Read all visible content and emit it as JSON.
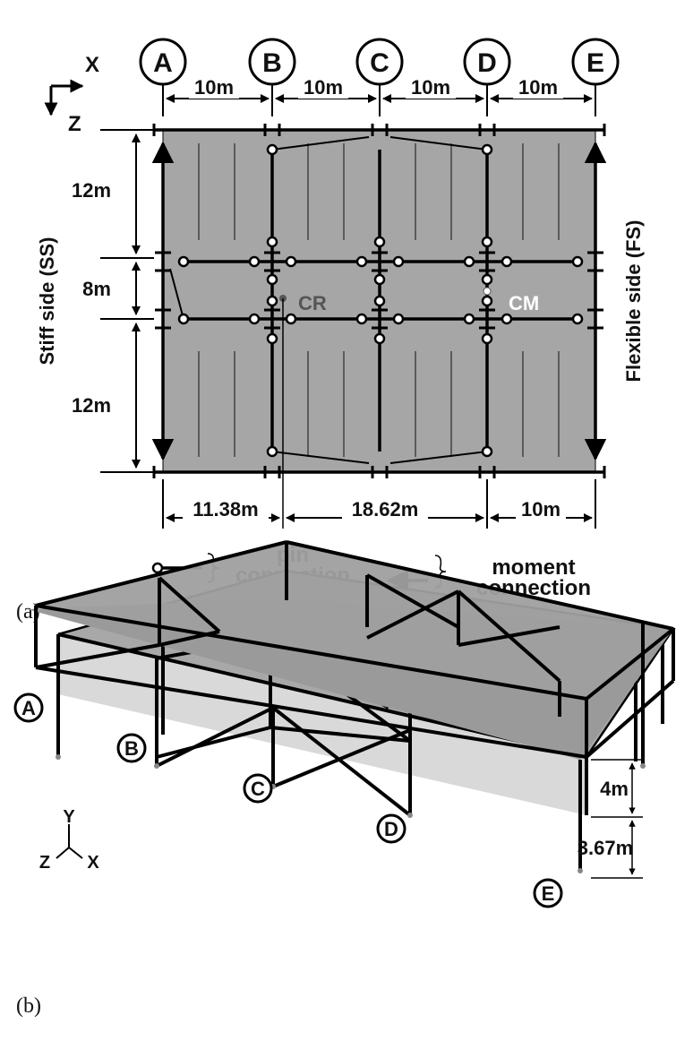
{
  "panel_a": {
    "label": "(a)",
    "axis_x": "X",
    "axis_z": "Z",
    "gridlines": [
      "A",
      "B",
      "C",
      "D",
      "E"
    ],
    "top_dims": [
      "10m",
      "10m",
      "10m",
      "10m"
    ],
    "left_dims": [
      "12m",
      "8m",
      "12m"
    ],
    "bottom_dims": [
      "11.38m",
      "18.62m",
      "10m"
    ],
    "stiff_side": "Stiff side (SS)",
    "flexible_side": "Flexible side (FS)",
    "cr_label": "CR",
    "cm_label": "CM",
    "legend": {
      "pin_line1": "pin",
      "pin_line2": "connection",
      "moment_line1": "moment",
      "moment_line2": "connection"
    }
  },
  "panel_b": {
    "label": "(b)",
    "gridlines": [
      "A",
      "B",
      "C",
      "D",
      "E"
    ],
    "axis_y": "Y",
    "axis_z": "Z",
    "axis_x": "X",
    "height_upper": "4m",
    "height_lower": "3.67m"
  },
  "colors": {
    "slab_fill": "#a6a6a6",
    "slab_dark": "#8c8c8c",
    "frame": "#000000",
    "cr_color": "#555555",
    "cm_color": "#ffffff"
  }
}
